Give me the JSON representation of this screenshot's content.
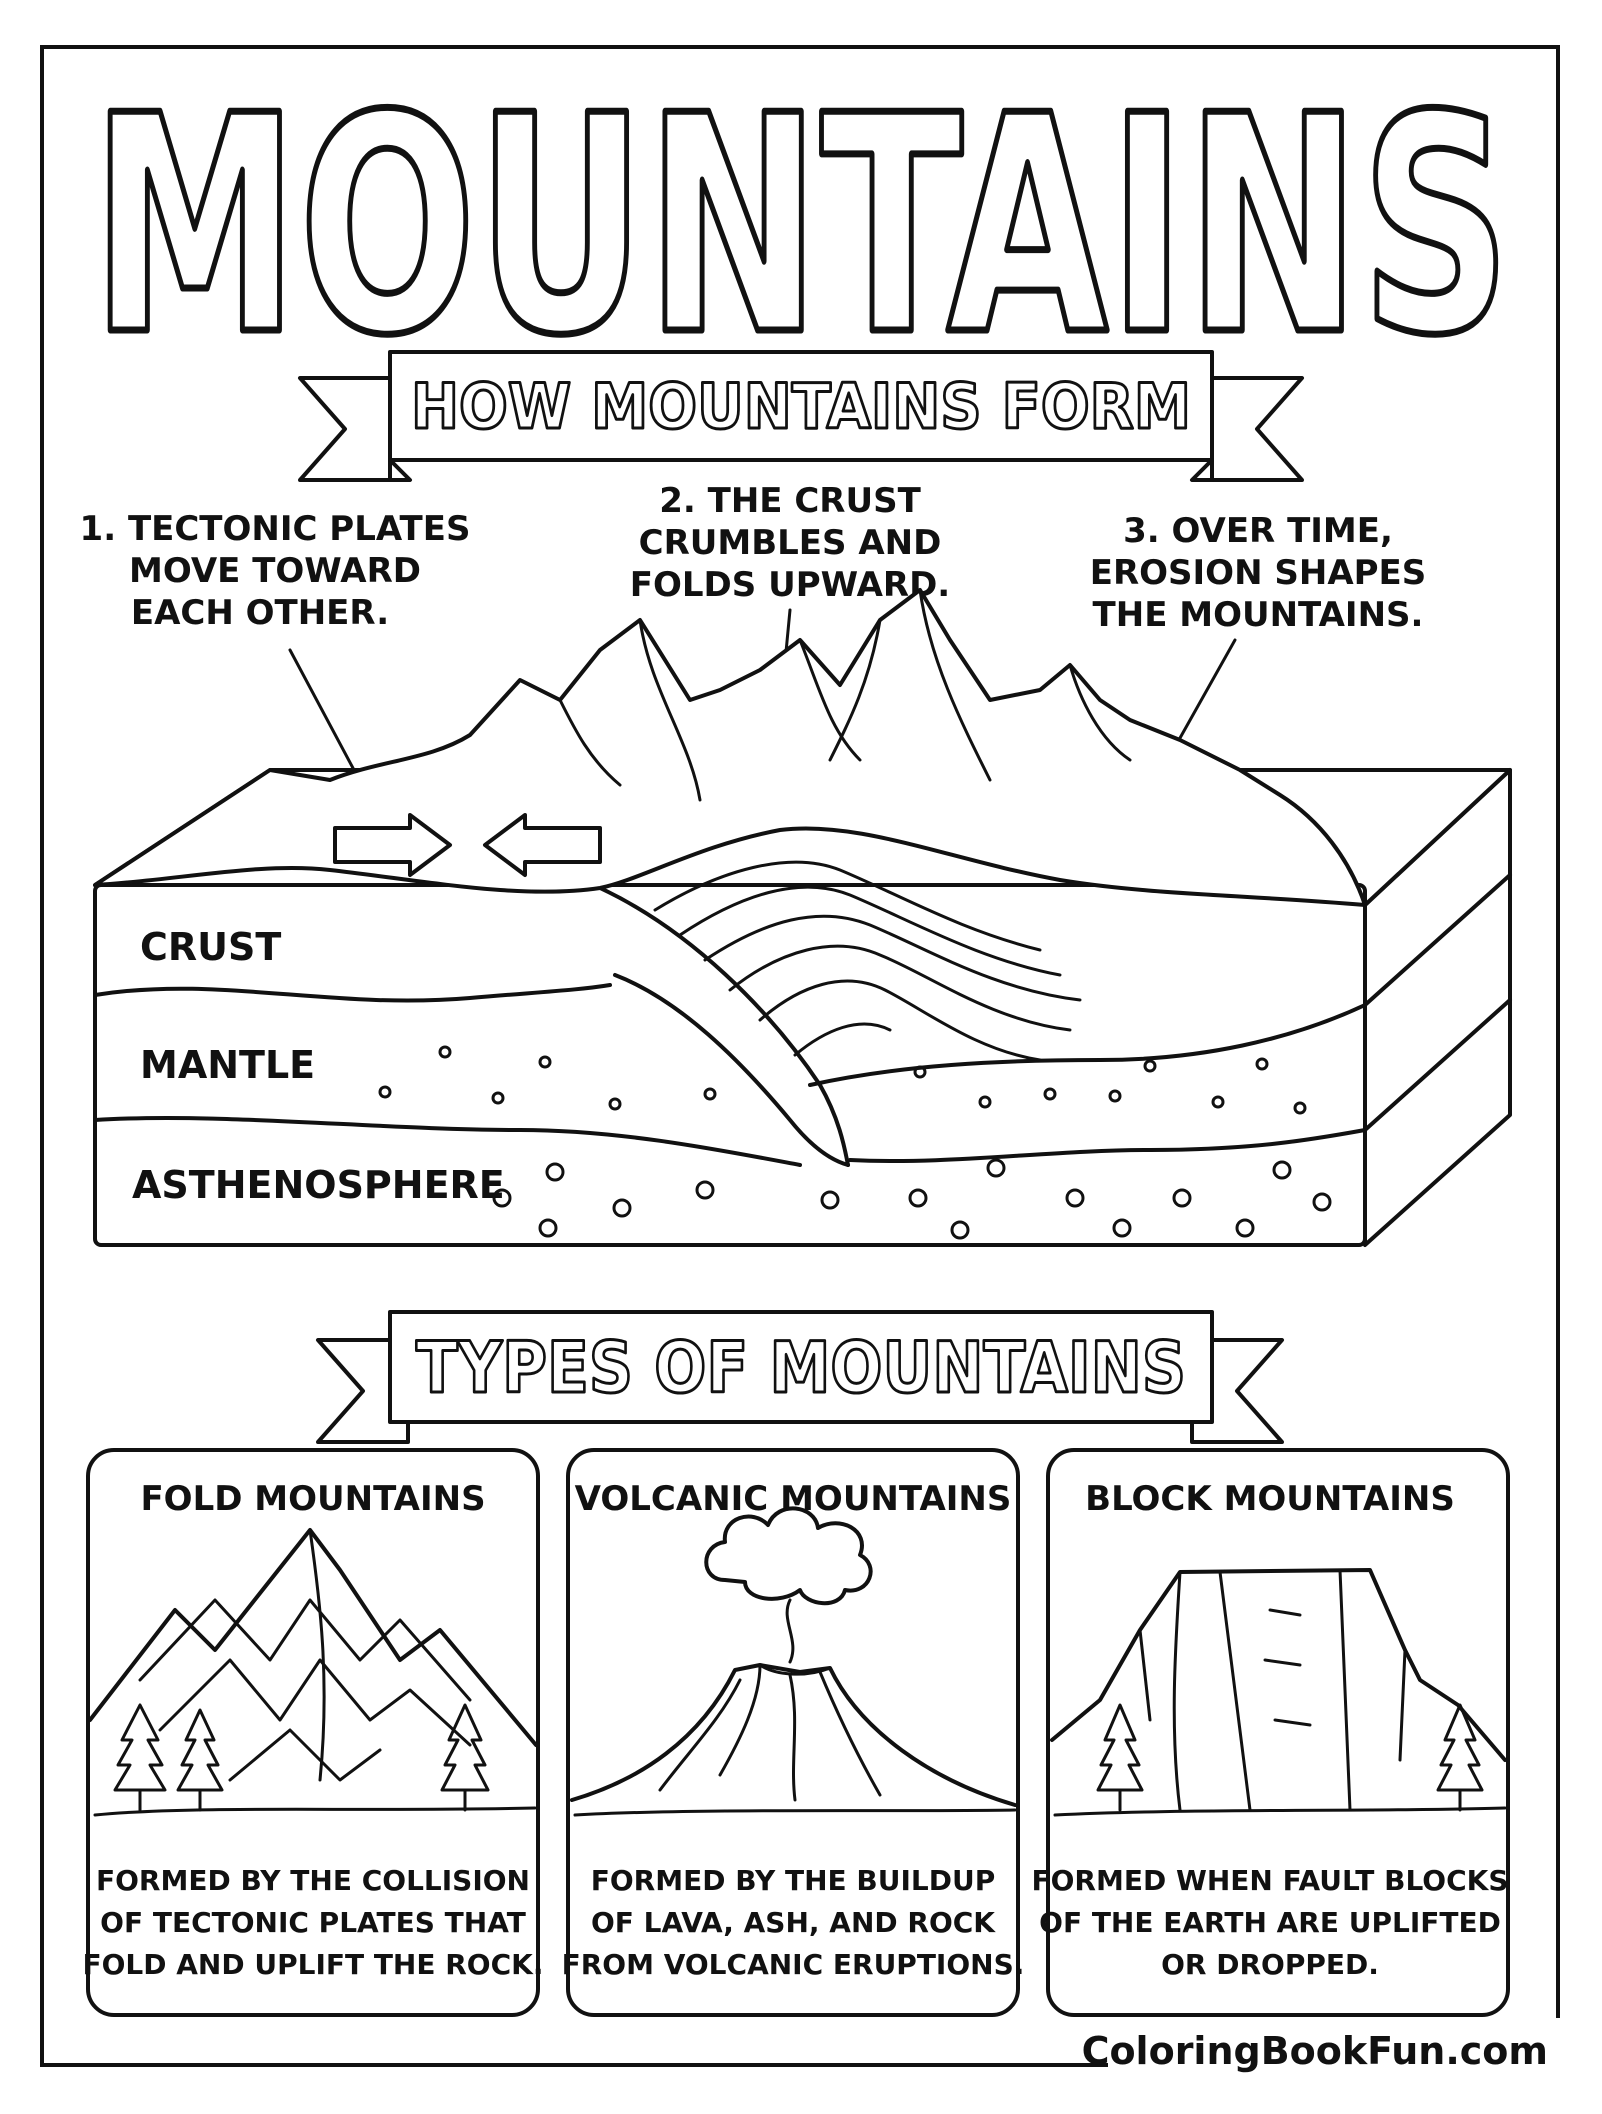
{
  "title": "MOUNTAINS",
  "banner_formation": "HOW MOUNTAINS FORM",
  "steps": [
    [
      "1. TECTONIC PLATES",
      "MOVE TOWARD",
      "EACH OTHER."
    ],
    [
      "2. THE CRUST",
      "CRUMBLES AND",
      "FOLDS UPWARD."
    ],
    [
      "3. OVER TIME,",
      "EROSION SHAPES",
      "THE MOUNTAINS."
    ]
  ],
  "layers": {
    "crust": "CRUST",
    "mantle": "MANTLE",
    "asthenosphere": "ASTHENOSPHERE"
  },
  "banner_types": "TYPES OF MOUNTAINS",
  "types": [
    {
      "name": "FOLD MOUNTAINS",
      "desc": [
        "FORMED BY THE COLLISION",
        "OF TECTONIC PLATES THAT",
        "FOLD AND UPLIFT THE ROCK."
      ]
    },
    {
      "name": "VOLCANIC MOUNTAINS",
      "desc": [
        "FORMED BY THE BUILDUP",
        "OF LAVA, ASH, AND ROCK",
        "FROM VOLCANIC ERUPTIONS."
      ]
    },
    {
      "name": "BLOCK MOUNTAINS",
      "desc": [
        "FORMED WHEN FAULT BLOCKS",
        "OF THE EARTH ARE UPLIFTED",
        "OR DROPPED."
      ]
    }
  ],
  "watermark": "ColoringBookFun.com"
}
